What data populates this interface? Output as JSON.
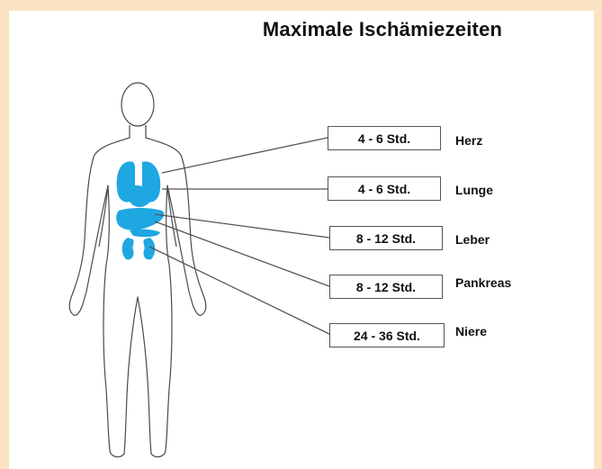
{
  "title": "Maximale Ischämiezeiten",
  "colors": {
    "organ": "#1fa7e2",
    "outline": "#4a4a4a",
    "line": "#555555",
    "border": "#fbe3c3"
  },
  "rows": [
    {
      "time": "4 - 6 Std.",
      "organ": "Herz"
    },
    {
      "time": "4 - 6 Std.",
      "organ": "Lunge"
    },
    {
      "time": "8 - 12 Std.",
      "organ": "Leber"
    },
    {
      "time": "8 - 12 Std.",
      "organ": "Pankreas"
    },
    {
      "time": "24 - 36 Std.",
      "organ": "Niere"
    }
  ]
}
